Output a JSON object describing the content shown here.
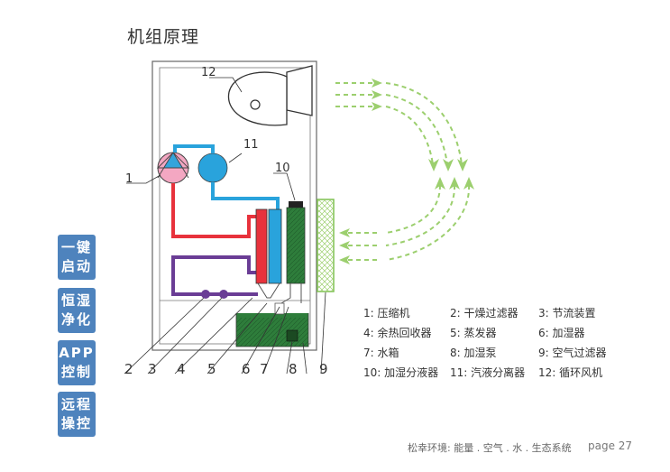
{
  "title": "机组原理",
  "side_buttons": [
    {
      "line1": "一键",
      "line2": "启动"
    },
    {
      "line1": "恒湿",
      "line2": "净化"
    },
    {
      "line1": "APP",
      "line2": "控制"
    },
    {
      "line1": "远程",
      "line2": "操控"
    }
  ],
  "diagram_labels": {
    "l1": "1",
    "l10": "10",
    "l11": "11",
    "l12": "12",
    "b2": "2",
    "b3": "3",
    "b4": "4",
    "b5": "5",
    "b6": "6",
    "b7": "7",
    "b8": "8",
    "b9": "9"
  },
  "legend": [
    [
      "1:  压缩机",
      "2:  干燥过滤器",
      "3:  节流装置"
    ],
    [
      "4:  余热回收器",
      "5:  蒸发器",
      "6:  加湿器"
    ],
    [
      "7:  水箱",
      "8:  加湿泵",
      "9:  空气过滤器"
    ],
    [
      "10:  加湿分液器",
      "11:  汽液分离器",
      "12:  循环风机"
    ]
  ],
  "footer": {
    "brand": "松幸环境:  能量 . 空气 . 水 . 生态系统",
    "page": "page 27"
  },
  "colors": {
    "button": "#4e83bd",
    "hot_pipe": "#e8323c",
    "cold_pipe": "#29a3dc",
    "purple_pipe": "#6a3d95",
    "green_fill": "#2e7d3b",
    "airflow": "#9ccf6e"
  }
}
